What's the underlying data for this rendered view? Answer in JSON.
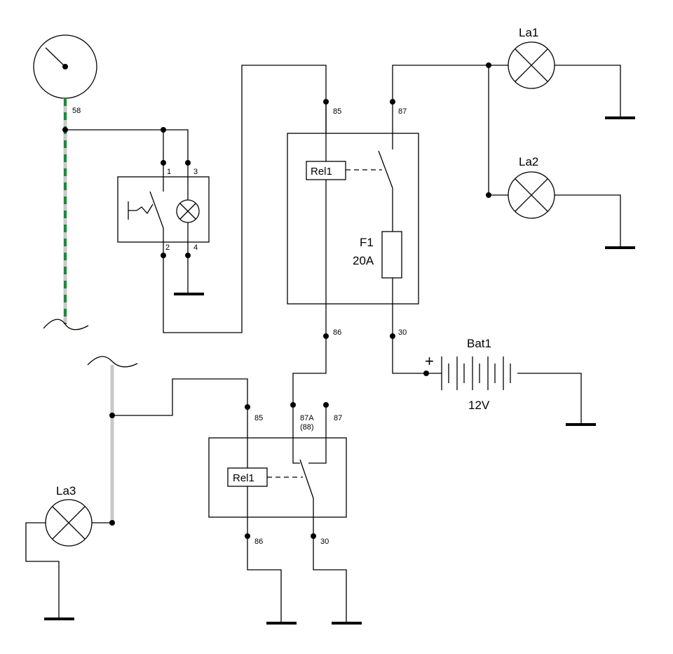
{
  "colors": {
    "wire": "#000000",
    "signal_wire_base": "#c8c8c8",
    "signal_wire_dash": "#1e8a3c",
    "background": "#ffffff"
  },
  "labels": {
    "gauge_pin": "58",
    "switch_pin1": "1",
    "switch_pin2": "2",
    "switch_pin3": "3",
    "switch_pin4": "4",
    "relay1_pin85": "85",
    "relay1_pin86": "86",
    "relay1_pin87": "87",
    "relay1_pin30": "30",
    "relay1_name": "Rel1",
    "fuse_name": "F1",
    "fuse_rating": "20A",
    "lamp1_name": "La1",
    "lamp2_name": "La2",
    "lamp3_name": "La3",
    "battery_name": "Bat1",
    "battery_voltage": "12V",
    "battery_plus": "+",
    "relay2_pin85": "85",
    "relay2_pin86": "86",
    "relay2_pin87a": "87A",
    "relay2_pin88": "(88)",
    "relay2_pin87": "87",
    "relay2_pin30": "30",
    "relay2_name": "Rel1"
  }
}
